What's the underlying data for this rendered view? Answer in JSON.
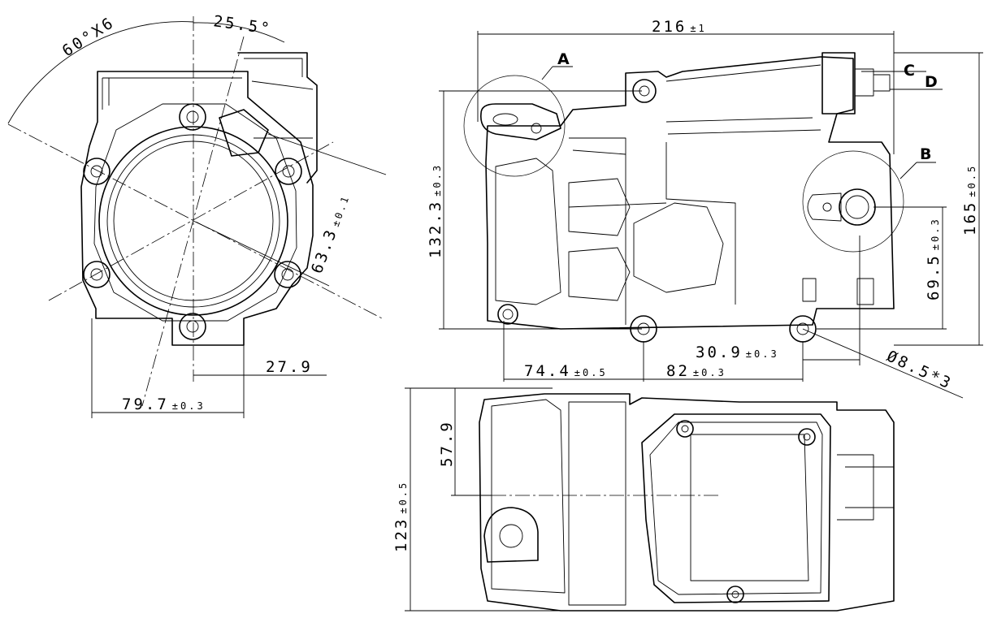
{
  "dimensions": {
    "angle_pattern": "60°X6",
    "angle_offset": "25.5°",
    "radius": "63.3",
    "radius_tol": "±0.1",
    "dim_27_9": "27.9",
    "width_front": "79.7",
    "width_front_tol": "±0.3",
    "overall_length": "216",
    "overall_length_tol": "±1",
    "height_132": "132.3",
    "height_132_tol": "±0.3",
    "height_165": "165",
    "height_165_tol": "±0.5",
    "dim_69_5": "69.5",
    "dim_69_5_tol": "±0.3",
    "dim_30_9": "30.9",
    "dim_30_9_tol": "±0.3",
    "dim_74_4": "74.4",
    "dim_74_4_tol": "±0.5",
    "dim_82": "82",
    "dim_82_tol": "±0.3",
    "hole_dia": "Ø8.5*3",
    "dim_57_9": "57.9",
    "height_123": "123",
    "height_123_tol": "±0.5"
  },
  "callouts": {
    "a": "A",
    "b": "B",
    "c": "C",
    "d": "D"
  }
}
